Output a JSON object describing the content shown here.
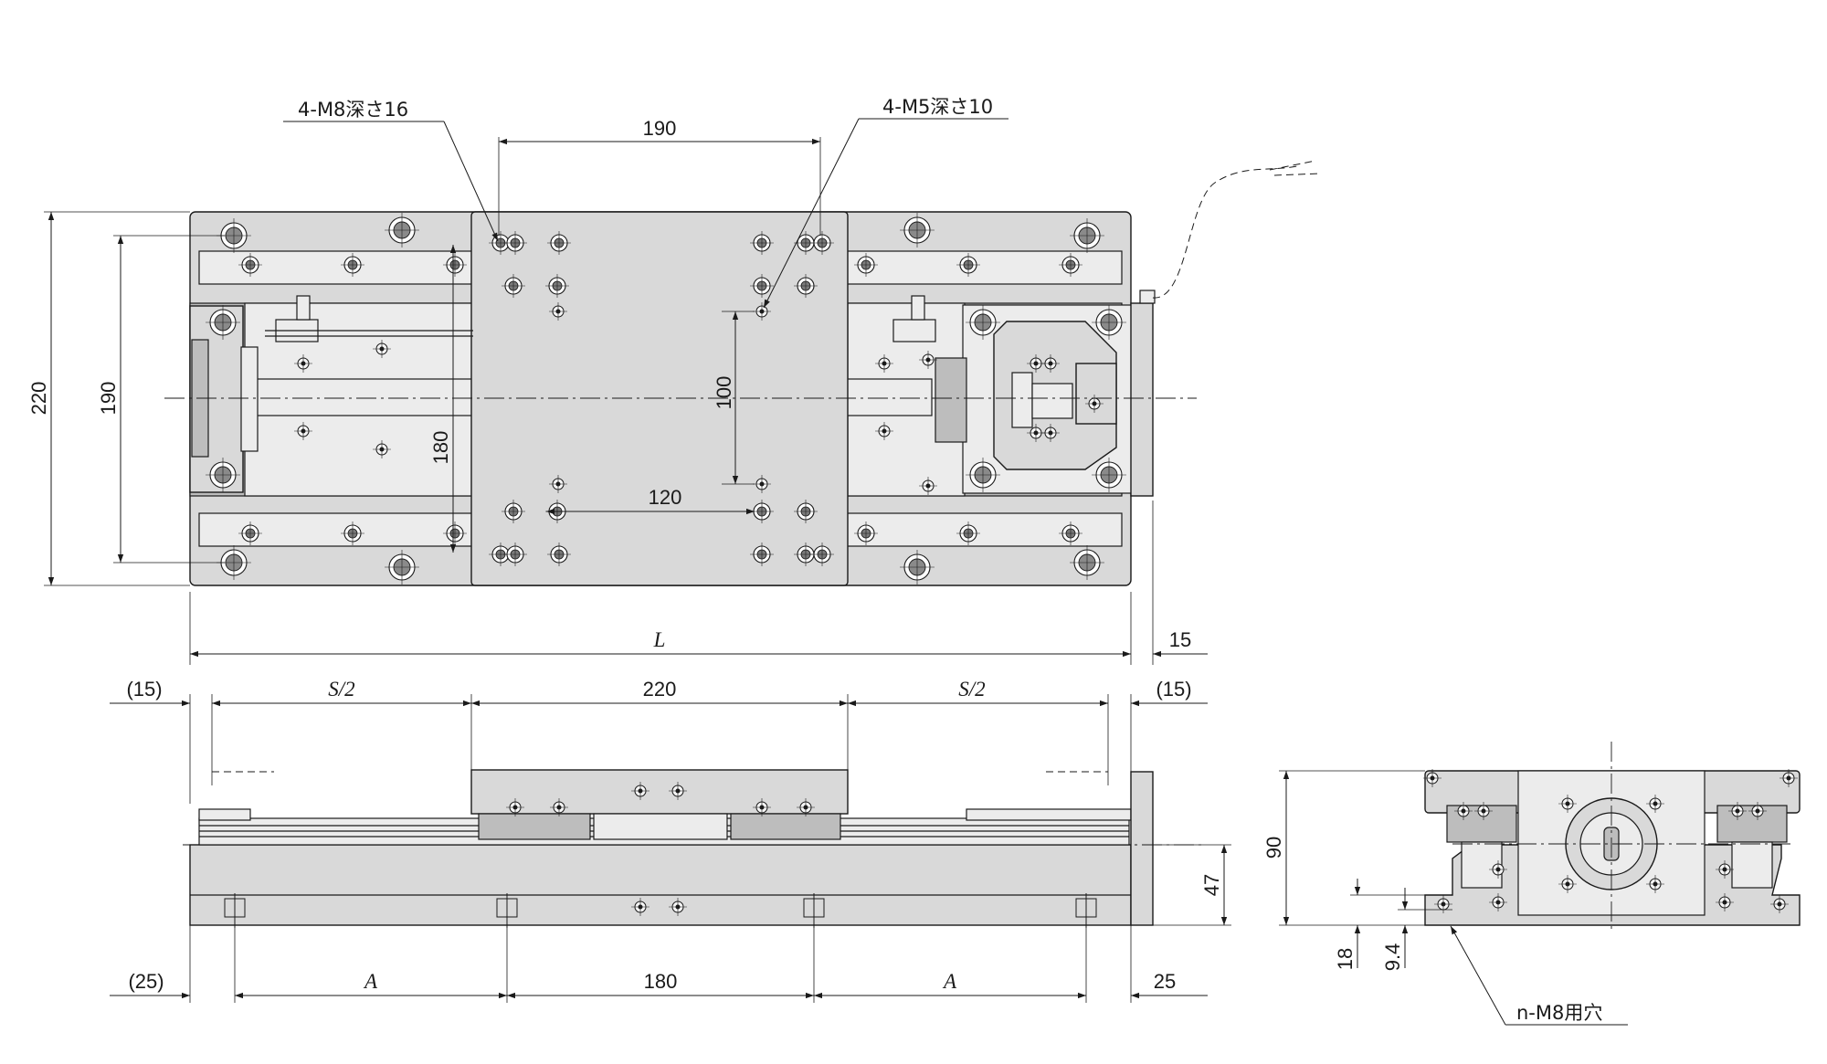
{
  "top_view": {
    "leader_m8": "4-M8深さ16",
    "leader_m5": "4-M5深さ10",
    "dim_190_top": "190",
    "dim_220_height": "220",
    "dim_190_height": "190",
    "dim_180": "180",
    "dim_100": "100",
    "dim_120": "120",
    "dim_L": "L",
    "dim_15": "15"
  },
  "side_view": {
    "dim_15_left": "(15)",
    "dim_S2_left": "S/2",
    "dim_220": "220",
    "dim_S2_right": "S/2",
    "dim_15_right": "(15)",
    "dim_47": "47",
    "dim_25_left": "(25)",
    "dim_A_left": "A",
    "dim_180": "180",
    "dim_A_right": "A",
    "dim_25_right": "25"
  },
  "end_view": {
    "dim_90": "90",
    "dim_18": "18",
    "dim_94": "9.4",
    "leader_n": "n-M8用穴"
  }
}
